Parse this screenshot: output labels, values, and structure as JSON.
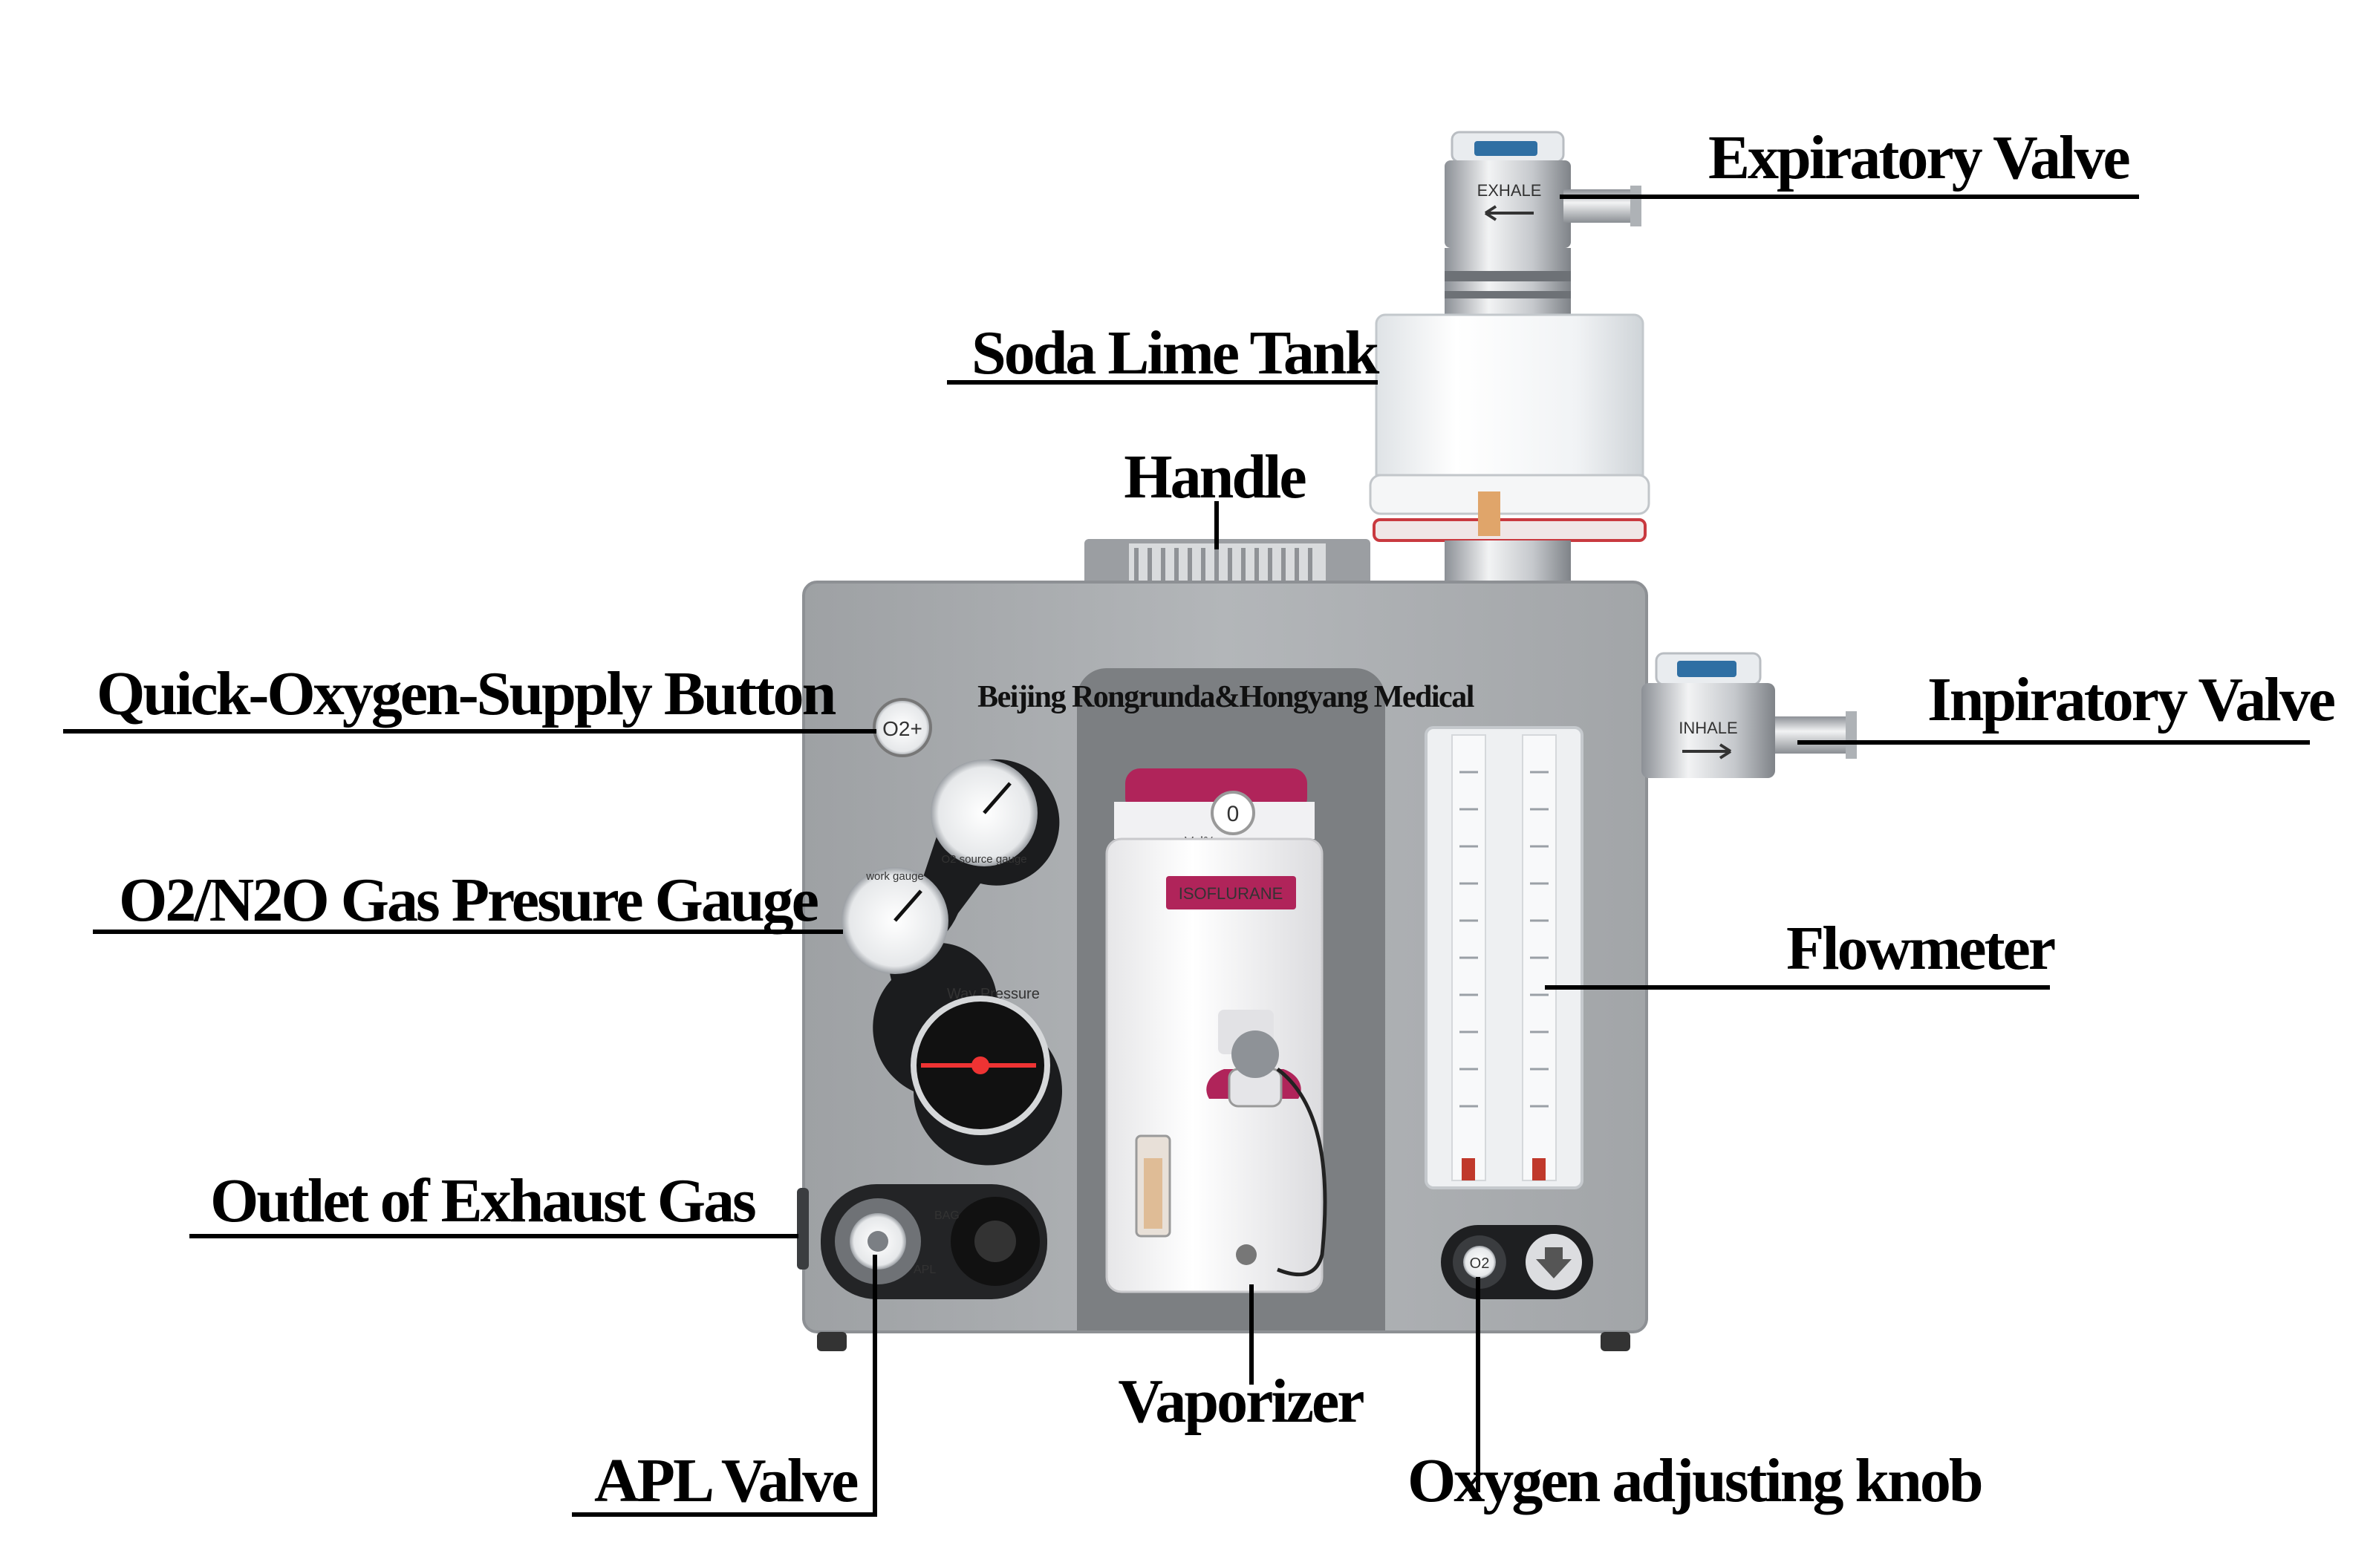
{
  "diagram": {
    "brand_text": "Beijing Rongrunda&Hongyang Medical",
    "callouts": {
      "expiratory_valve": "Expiratory Valve",
      "soda_lime_tank": "Soda Lime Tank",
      "handle": "Handle",
      "quick_oxygen": "Quick-Oxygen-Supply Button",
      "inspiratory_valve": "Inpiratory Valve",
      "gauge": "O2/N2O Gas Presure Gauge",
      "flowmeter": "Flowmeter",
      "exhaust_outlet": "Outlet of Exhaust Gas",
      "vaporizer": "Vaporizer",
      "apl_valve": "APL Valve",
      "oxygen_knob": "Oxygen adjusting knob"
    },
    "device_labels": {
      "exhale": "EXHALE",
      "inhale": "INHALE",
      "isoflurane": "ISOFLURANE",
      "o2_button": "O2+",
      "o2_knob": "O2",
      "bag": "BAG",
      "apl": "APL",
      "way_pressure": "Way Pressure",
      "o2_source_gauge": "O2 source gauge",
      "work_gauge": "work gauge",
      "vaporizer_zero": "0",
      "vaporizer_scale": "Vol%"
    },
    "colors": {
      "chassis": "#a9acaf",
      "accent": "#b0245a",
      "leader": "#000000"
    }
  }
}
